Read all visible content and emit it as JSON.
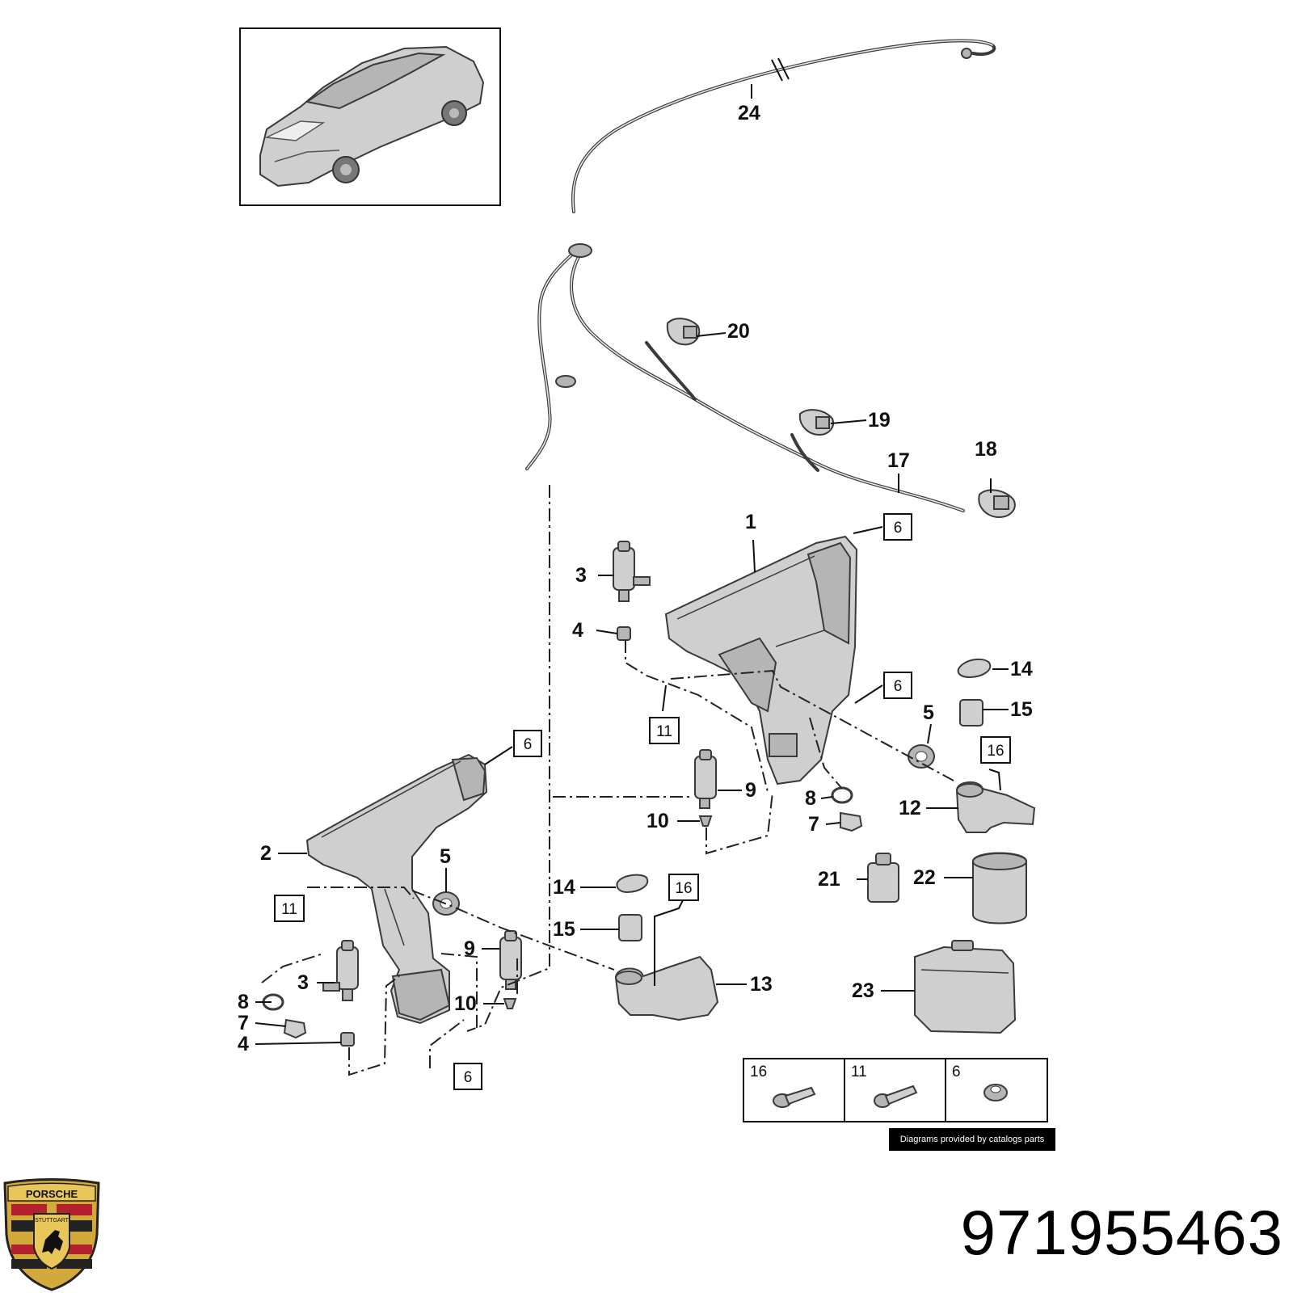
{
  "diagram": {
    "callouts": [
      "24",
      "20",
      "19",
      "17",
      "18",
      "1",
      "3",
      "4",
      "14",
      "15",
      "5",
      "12",
      "9",
      "10",
      "8",
      "7",
      "2",
      "5",
      "14",
      "15",
      "9",
      "10",
      "3",
      "8",
      "7",
      "4",
      "13",
      "21",
      "22",
      "23"
    ],
    "boxed_refs": [
      "6",
      "6",
      "11",
      "16",
      "6",
      "11",
      "16",
      "6"
    ],
    "legend": [
      {
        "label": "16",
        "icon": "screw-with-washer-icon"
      },
      {
        "label": "11",
        "icon": "bolt-icon"
      },
      {
        "label": "6",
        "icon": "nut-icon"
      }
    ],
    "credit": "Diagrams provided by catalogs parts"
  },
  "part_number": "971955463",
  "brand": {
    "emblem": "porsche-crest",
    "lettering": [
      "PORSCHE",
      "STUTTGART"
    ]
  },
  "colors": {
    "parts": "#cfcfcf",
    "lines": "#222222",
    "crest_gold": "#d4a93c",
    "crest_red": "#b3212f"
  }
}
